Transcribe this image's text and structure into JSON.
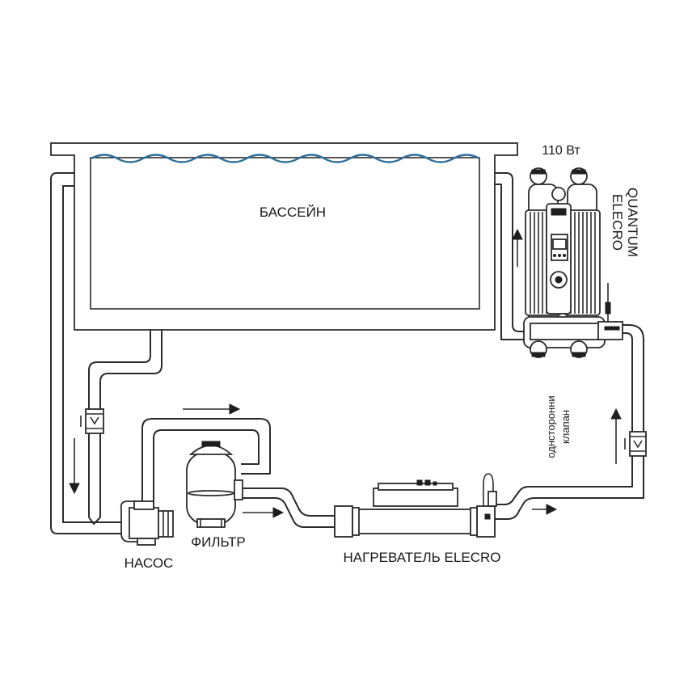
{
  "labels": {
    "pool": "БАССЕЙН",
    "power": "110 Вт",
    "device_line1": "ELECRO",
    "device_line2": "QUANTUM",
    "valve_line1": "однсторонни",
    "valve_line2": "клапан",
    "pump": "НАСОС",
    "filter": "ФИЛЬТР",
    "heater": "НАГРЕВАТЕЛЬ ELECRO"
  },
  "colors": {
    "water": "#2f6f9a",
    "line": "#2b2b2b"
  }
}
